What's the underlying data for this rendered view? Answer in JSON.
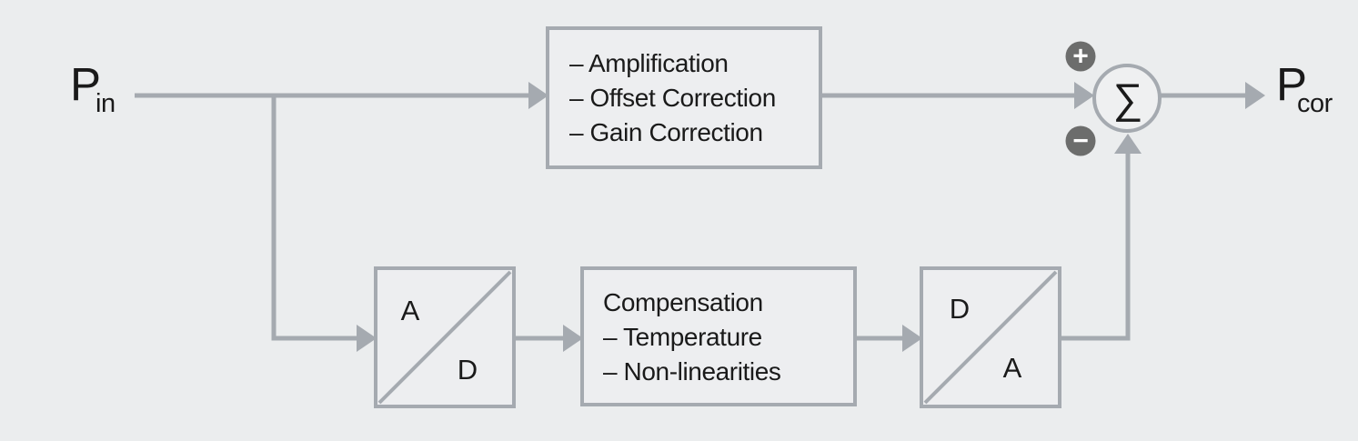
{
  "diagram": {
    "title": "sensor-signal-conditioning-block-diagram",
    "colors": {
      "background": "#ebedee",
      "wire": "#a5aab0",
      "box_fill": "#edeef0",
      "junction_fill": "#eff0f1",
      "badge_fill": "#6c6d6c",
      "text": "#1a1a1a",
      "badge_text": "#ffffff"
    },
    "input_label": {
      "base": "P",
      "sub": "in"
    },
    "output_label": {
      "base": "P",
      "sub": "cor"
    },
    "signal_box": {
      "lines": [
        "– Amplification",
        "– Offset Correction",
        "– Gain Correction"
      ]
    },
    "adc_box": {
      "top_left": "A",
      "bottom_right": "D"
    },
    "compensation_box": {
      "lines": [
        "Compensation",
        "– Temperature",
        "– Non-linearities"
      ]
    },
    "dac_box": {
      "top_left": "D",
      "bottom_right": "A"
    },
    "summing_junction": {
      "symbol": "∑",
      "plus_badge": "+",
      "minus_badge": "−"
    }
  }
}
